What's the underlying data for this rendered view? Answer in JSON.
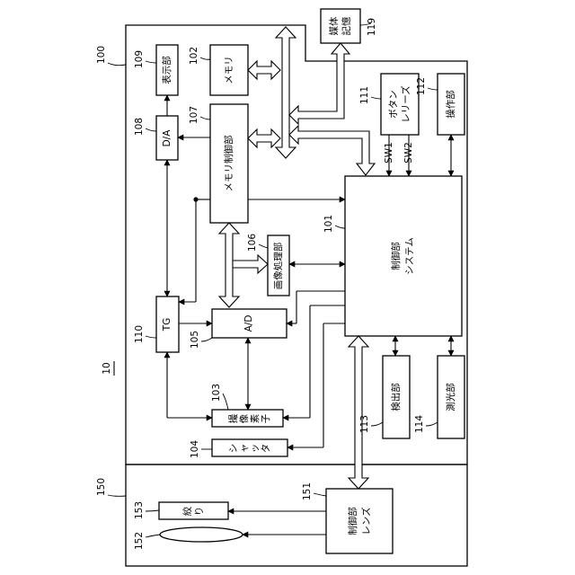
{
  "figure": {
    "id": "10",
    "camera_label": "100",
    "lens_label": "150"
  },
  "blocks": {
    "system_control": {
      "ref": "101",
      "lines": [
        "システム",
        "制御部"
      ]
    },
    "memory": {
      "ref": "102",
      "lines": [
        "メモリ"
      ]
    },
    "image_sensor": {
      "ref": "103",
      "lines": [
        "撮",
        "像",
        "素",
        "子"
      ]
    },
    "shutter": {
      "ref": "104",
      "lines": [
        "シ",
        "ャ",
        "ッ",
        "タ"
      ]
    },
    "ad": {
      "ref": "105",
      "lines": [
        "A/D"
      ]
    },
    "image_processing": {
      "ref": "106",
      "lines": [
        "画像処理部"
      ]
    },
    "memory_control": {
      "ref": "107",
      "lines": [
        "メモリ制御部"
      ]
    },
    "da": {
      "ref": "108",
      "lines": [
        "D/A"
      ]
    },
    "display": {
      "ref": "109",
      "lines": [
        "表示部"
      ]
    },
    "tg": {
      "ref": "110",
      "lines": [
        "TG"
      ]
    },
    "release_button": {
      "ref": "111",
      "lines": [
        "レリーズ",
        "ボタン"
      ]
    },
    "operation": {
      "ref": "112",
      "lines": [
        "操作部"
      ]
    },
    "detection": {
      "ref": "113",
      "lines": [
        "検出部"
      ]
    },
    "photometry": {
      "ref": "114",
      "lines": [
        "測光部"
      ]
    },
    "recording_medium": {
      "ref": "119",
      "lines": [
        "記憶",
        "媒体"
      ]
    },
    "lens_control": {
      "ref": "151",
      "lines": [
        "レンズ",
        "制御部"
      ]
    },
    "lens": {
      "ref": "152"
    },
    "aperture": {
      "ref": "153",
      "lines": [
        "絞",
        "り"
      ]
    }
  },
  "signals": {
    "sw1": "SW1",
    "sw2": "SW2"
  }
}
